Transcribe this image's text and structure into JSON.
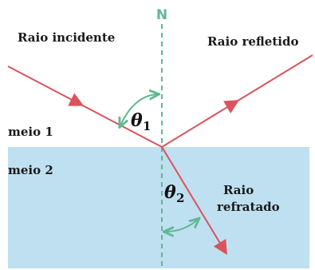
{
  "labels": {
    "normal": "N",
    "incident": "Raio incidente",
    "reflected": "Raio refletido",
    "refracted_line1": "Raio",
    "refracted_line2": "refratado",
    "medium1": "meio 1",
    "medium2": "meio 2",
    "theta_symbol": "θ",
    "theta1_sub": "1",
    "theta2_sub": "2"
  },
  "colors": {
    "ray": "#d9545c",
    "normal": "#5fb891",
    "angle_arc": "#5fb891",
    "medium2_fill": "#bfe0f0",
    "text": "#1a1a1a"
  }
}
